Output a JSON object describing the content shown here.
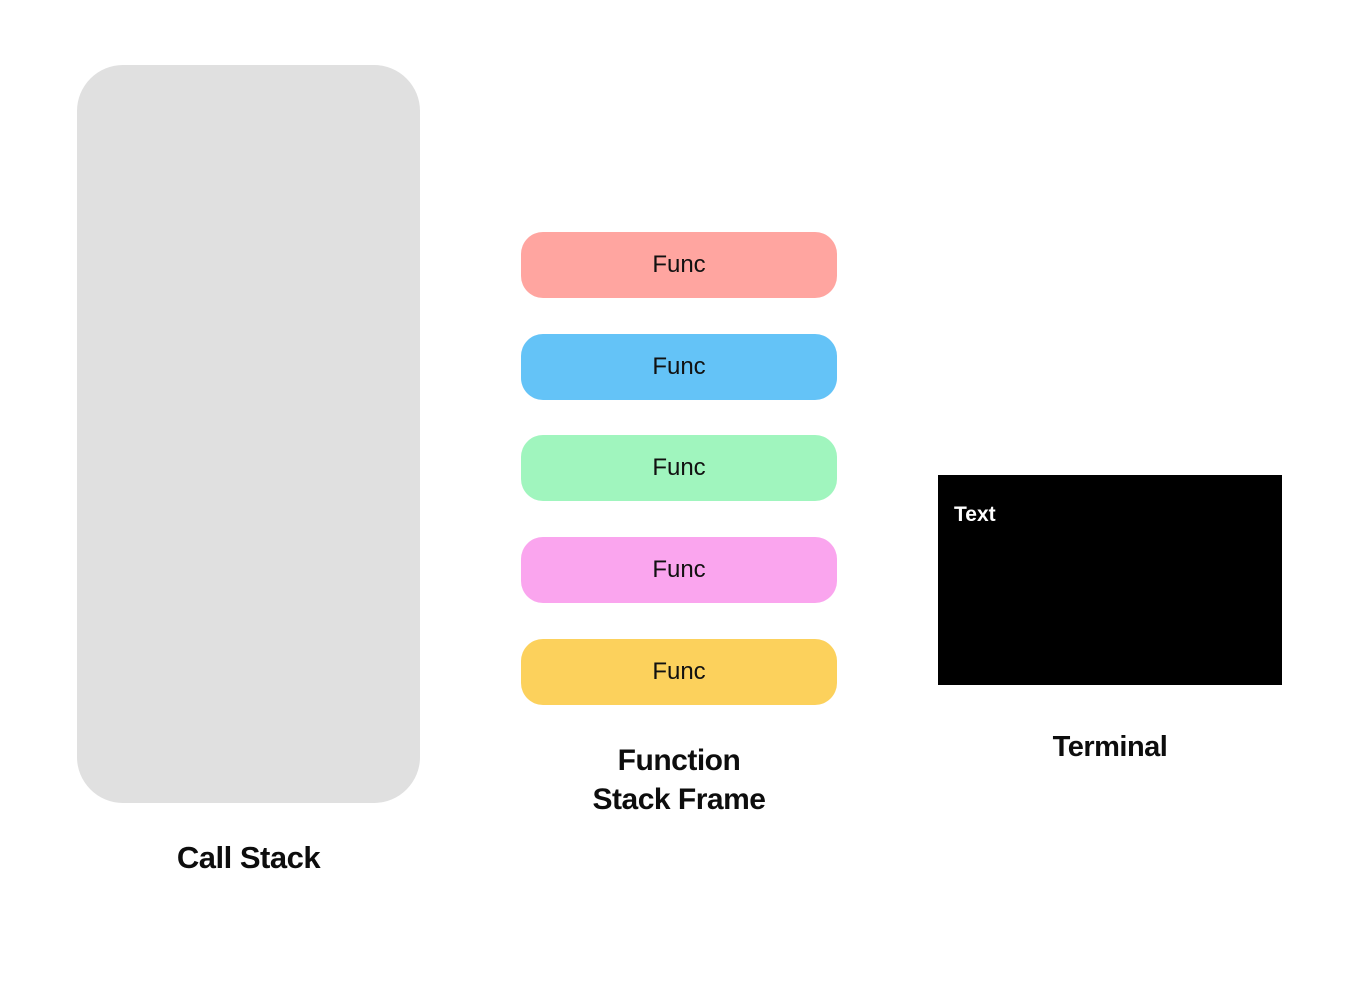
{
  "canvas": {
    "background": "#FFFFFF"
  },
  "diagram": {
    "call_stack": {
      "label": "Call Stack",
      "fill": "#E0E0E0"
    },
    "stack_frames": {
      "label_lines": [
        "Function",
        "Stack Frame"
      ],
      "frames": [
        {
          "label": "Func",
          "fill": "#FFA5A0"
        },
        {
          "label": "Func",
          "fill": "#64C3F7"
        },
        {
          "label": "Func",
          "fill": "#A0F5BE"
        },
        {
          "label": "Func",
          "fill": "#FAA5EE"
        },
        {
          "label": "Func",
          "fill": "#FCD15C"
        }
      ]
    },
    "terminal": {
      "label": "Terminal",
      "content": "Text",
      "fill": "#000000",
      "text_color": "#FFFFFF"
    }
  }
}
